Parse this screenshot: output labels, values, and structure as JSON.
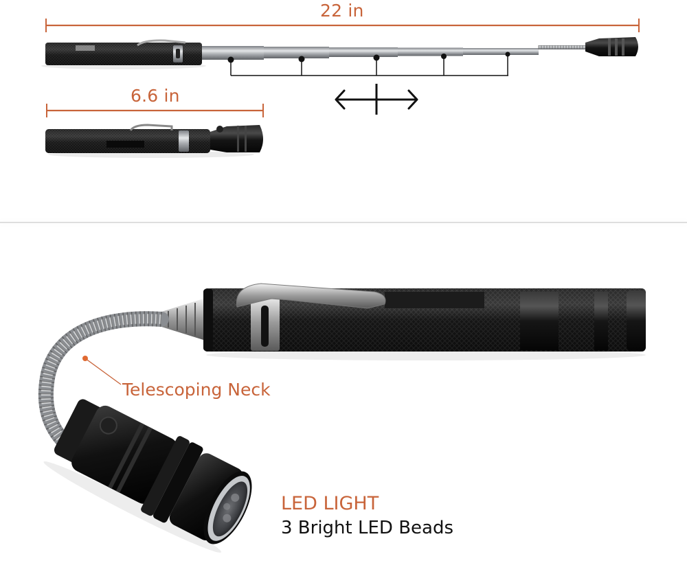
{
  "top_panel": {
    "extended": {
      "length_label": "22 in",
      "dimension_color": "#c8643a"
    },
    "collapsed": {
      "length_label": "6.6 in",
      "dimension_color": "#c8643a"
    },
    "extend_indicator": {
      "icon": "double-arrow-extend-icon",
      "segment_points": 5
    }
  },
  "bottom_panel": {
    "callout_neck": {
      "label": "Telescoping Neck",
      "color": "#c8643a"
    },
    "feature": {
      "title": "LED LIGHT",
      "description": "3 Bright LED Beads",
      "title_color": "#c8643a",
      "description_color": "#111111"
    }
  },
  "colors": {
    "accent": "#c8643a",
    "body_black": "#141414",
    "steel": "#b9bcc0",
    "background": "#ffffff",
    "divider": "#dedede"
  }
}
